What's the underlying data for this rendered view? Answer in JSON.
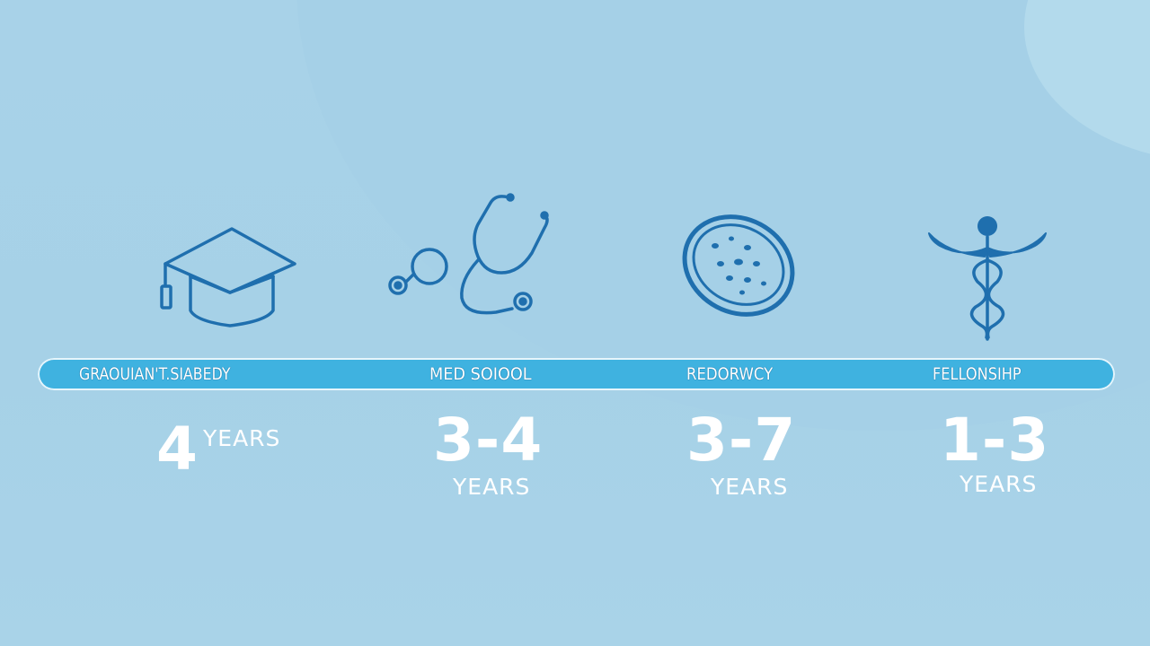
{
  "colors": {
    "background": "#a9d3e8",
    "bar": "#3fb2e0",
    "icon_stroke": "#1f6fae",
    "text": "#ffffff"
  },
  "stages": [
    {
      "label": "GRAOUIAN'T.SIABEDY",
      "icon": "graduation-cap-icon",
      "value": "4",
      "unit": "YEARS"
    },
    {
      "label": "MED SOIOOL",
      "icon": "stethoscope-icon",
      "value": "3-4",
      "unit": "YEARS"
    },
    {
      "label": "REDORWCY",
      "icon": "petri-dish-icon",
      "value": "3-7",
      "unit": "YEARS"
    },
    {
      "label": "FELLONSIHP",
      "icon": "caduceus-icon",
      "value": "1-3",
      "unit": "YEARS"
    }
  ]
}
